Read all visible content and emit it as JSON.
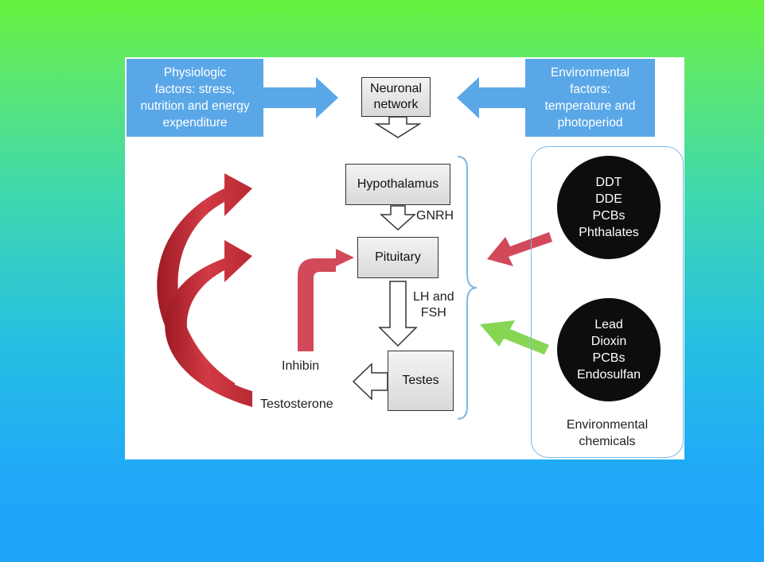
{
  "physiologic": {
    "lines": [
      "Physiologic",
      "factors: stress,",
      "nutrition and energy",
      "expenditure"
    ]
  },
  "environmental_factors": {
    "lines": [
      "Environmental",
      "factors:",
      "temperature and",
      "photoperiod"
    ]
  },
  "neuronal": {
    "lines": [
      "Neuronal",
      "network"
    ]
  },
  "hypothalamus": "Hypothalamus",
  "gnrh": "GNRH",
  "pituitary": "Pituitary",
  "lh_fsh": {
    "lines": [
      "LH and",
      "FSH"
    ]
  },
  "testes": "Testes",
  "inhibin": "Inhibin",
  "testosterone": "Testosterone",
  "chemicals_group1": [
    "DDT",
    "DDE",
    "PCBs",
    "Phthalates"
  ],
  "chemicals_group2": [
    "Lead",
    "Dioxin",
    "PCBs",
    "Endosulfan"
  ],
  "environmental_chemicals": {
    "lines": [
      "Environmental",
      "chemicals"
    ]
  },
  "colors": {
    "blue_box": "#5aa7e8",
    "red_arrow": "#c8323c",
    "pink_arrow": "#d24a5a",
    "green_arrow": "#86d654",
    "bracket": "#7eb7e4"
  }
}
